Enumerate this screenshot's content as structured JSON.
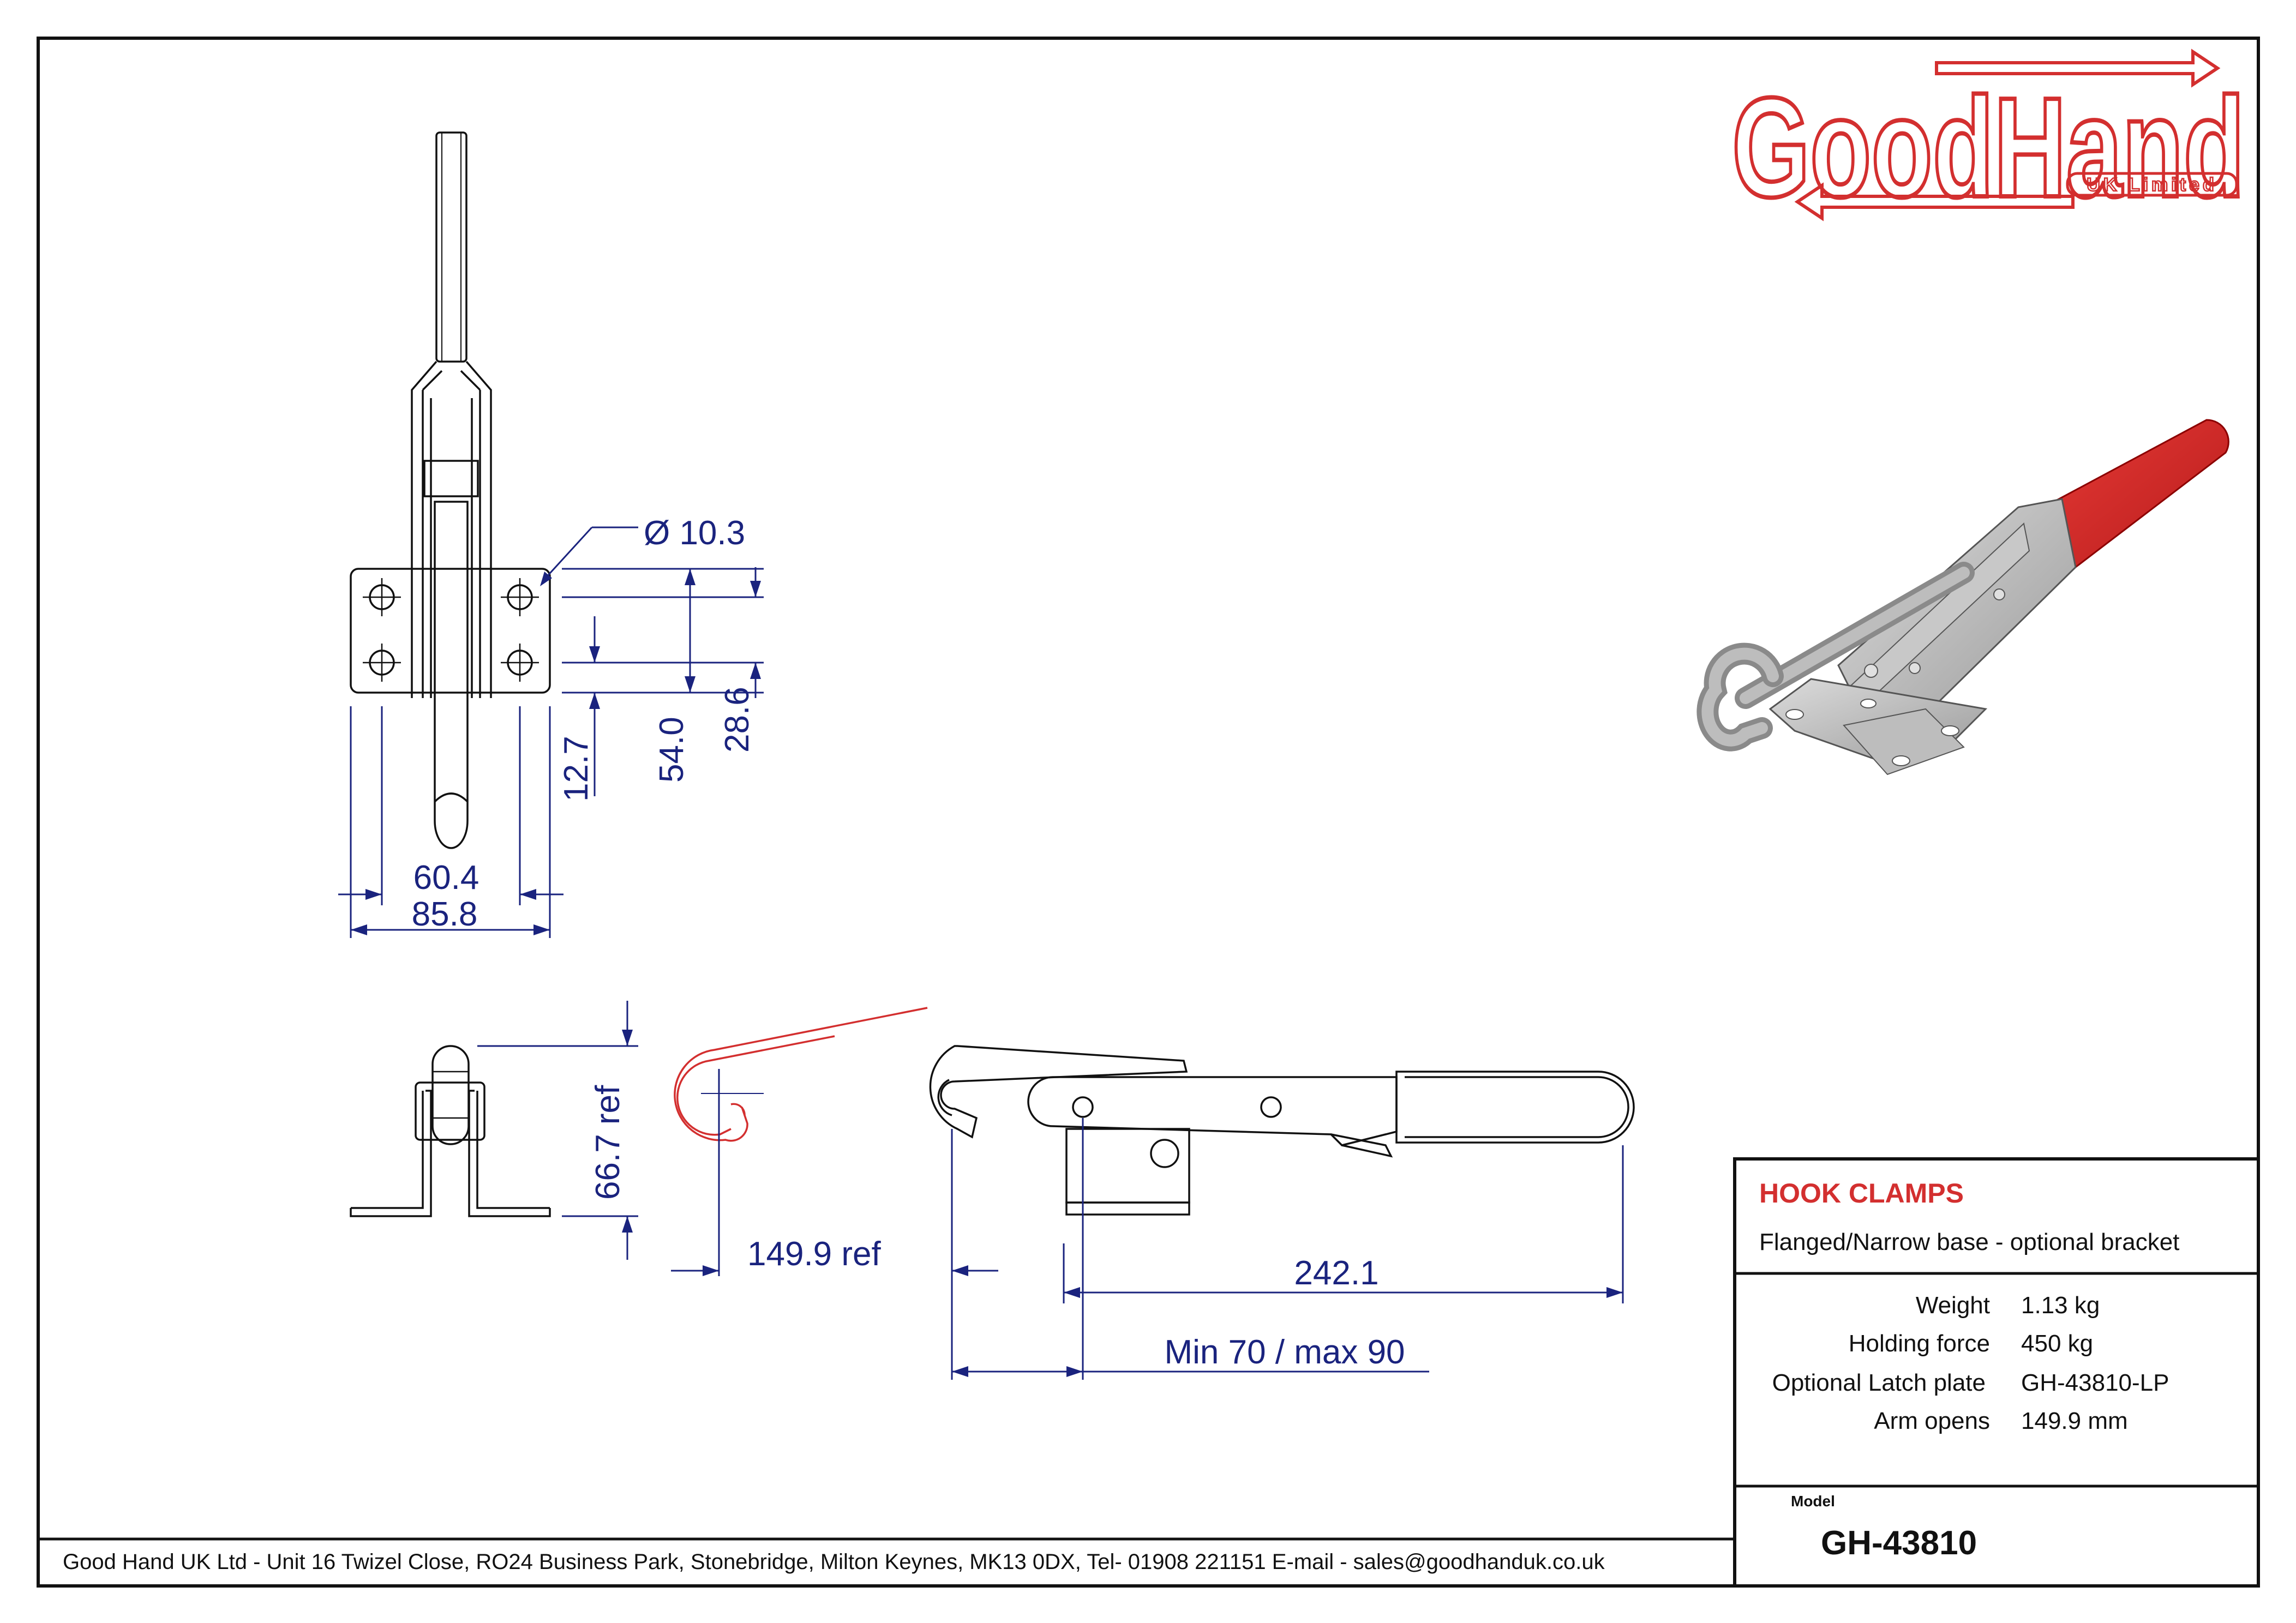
{
  "logo": {
    "brand": "GoodHand",
    "sub": "UK Limited",
    "color": "#d32f2f"
  },
  "dimensions": {
    "hole_dia": "Ø 10.3",
    "v_54": "54.0",
    "v_28_6": "28.6",
    "v_12_7": "12.7",
    "h_60_4": "60.4",
    "h_85_8": "85.8",
    "v_66_7": "66.7 ref",
    "arc_149_9": "149.9 ref",
    "h_242_1": "242.1",
    "h_min_max": "Min 70 / max 90"
  },
  "title_block": {
    "title": "HOOK CLAMPS",
    "subtitle": "Flanged/Narrow base - optional bracket",
    "specs": [
      {
        "label": "Weight",
        "value": "1.13 kg"
      },
      {
        "label": "Holding force",
        "value": "450 kg"
      },
      {
        "label": "Optional Latch plate",
        "value": "GH-43810-LP"
      },
      {
        "label": "Arm opens",
        "value": "149.9 mm"
      }
    ],
    "model_label": "Model",
    "model": "GH-43810"
  },
  "footer": "Good Hand UK Ltd  - Unit 16 Twizel Close, RO24 Business Park, Stonebridge, Milton Keynes, MK13 0DX,  Tel- 01908 221151  E-mail - sales@goodhanduk.co.uk",
  "colors": {
    "dimension": "#1a237e",
    "accent": "#d32f2f",
    "handle": "#d32f2f",
    "metal": "#b8b8b8"
  }
}
